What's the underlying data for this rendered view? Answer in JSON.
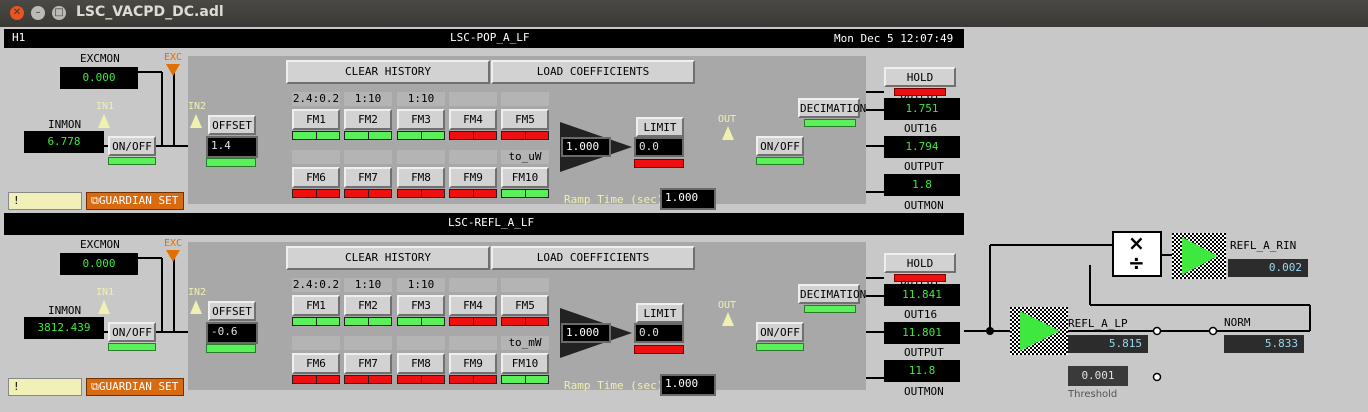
{
  "window": {
    "title": "LSC_VACPD_DC.adl"
  },
  "header": {
    "site": "H1",
    "date": "Mon Dec  5 12:07:49"
  },
  "colors": {
    "led_on": "#5af05a",
    "led_off": "#ee1010",
    "guardian": "#d86a10",
    "readback": "#3ee83e"
  },
  "filters": [
    {
      "name": "LSC-POP_A_LF",
      "excmon_label": "EXCMON",
      "excmon": "0.000",
      "exc_label": "EXC",
      "in1_label": "IN1",
      "in2_label": "IN2",
      "inmon_label": "INMON",
      "inmon": "6.778",
      "onoff_in_label": "ON/OFF",
      "msg": "!",
      "guardian_label": "GUARDIAN SET",
      "clear_history": "CLEAR HISTORY",
      "load_coefficients": "LOAD COEFFICIENTS",
      "offset_label": "OFFSET",
      "offset": "1.4",
      "fm_top_names": [
        "2.4:0.2",
        "1:10",
        "1:10",
        "",
        ""
      ],
      "fm_top": [
        "FM1",
        "FM2",
        "FM3",
        "FM4",
        "FM5"
      ],
      "fm_bot_names": [
        "",
        "",
        "",
        "",
        "to_uW"
      ],
      "fm_bot": [
        "FM6",
        "FM7",
        "FM8",
        "FM9",
        "FM10"
      ],
      "gain": "1.000",
      "limit_label": "LIMIT",
      "limit": "0.0",
      "ramp_label": "Ramp Time (sec):",
      "ramp": "1.000",
      "out_label": "OUT",
      "onoff_out_label": "ON/OFF",
      "decimation_label": "DECIMATION",
      "hold_label": "HOLD OUTPUT",
      "out16": "1.751",
      "out16_label": "OUT16",
      "output": "1.794",
      "output_label": "OUTPUT",
      "outmon": "1.8",
      "outmon_label": "OUTMON"
    },
    {
      "name": "LSC-REFL_A_LF",
      "excmon_label": "EXCMON",
      "excmon": "0.000",
      "exc_label": "EXC",
      "in1_label": "IN1",
      "in2_label": "IN2",
      "inmon_label": "INMON",
      "inmon": "3812.439",
      "onoff_in_label": "ON/OFF",
      "msg": "!",
      "guardian_label": "GUARDIAN SET",
      "clear_history": "CLEAR HISTORY",
      "load_coefficients": "LOAD COEFFICIENTS",
      "offset_label": "OFFSET",
      "offset": "-0.6",
      "fm_top_names": [
        "2.4:0.2",
        "1:10",
        "1:10",
        "",
        ""
      ],
      "fm_top": [
        "FM1",
        "FM2",
        "FM3",
        "FM4",
        "FM5"
      ],
      "fm_bot_names": [
        "",
        "",
        "",
        "",
        "to_mW"
      ],
      "fm_bot": [
        "FM6",
        "FM7",
        "FM8",
        "FM9",
        "FM10"
      ],
      "gain": "1.000",
      "limit_label": "LIMIT",
      "limit": "0.0",
      "ramp_label": "Ramp Time (sec):",
      "ramp": "1.000",
      "out_label": "OUT",
      "onoff_out_label": "ON/OFF",
      "decimation_label": "DECIMATION",
      "hold_label": "HOLD OUTPUT",
      "out16": "11.841",
      "out16_label": "OUT16",
      "output": "11.801",
      "output_label": "OUTPUT",
      "outmon": "11.8",
      "outmon_label": "OUTMON"
    }
  ],
  "norm": {
    "refl_a_rin_label": "REFL_A_RIN",
    "refl_a_rin": "0.002",
    "refl_a_lp_label": "REFL_A_LP",
    "refl_a_lp": "5.815",
    "norm_label": "NORM",
    "norm": "5.833",
    "threshold": "0.001",
    "threshold_label": "Threshold",
    "multiply_symbol": "×",
    "divide_symbol": "÷"
  }
}
